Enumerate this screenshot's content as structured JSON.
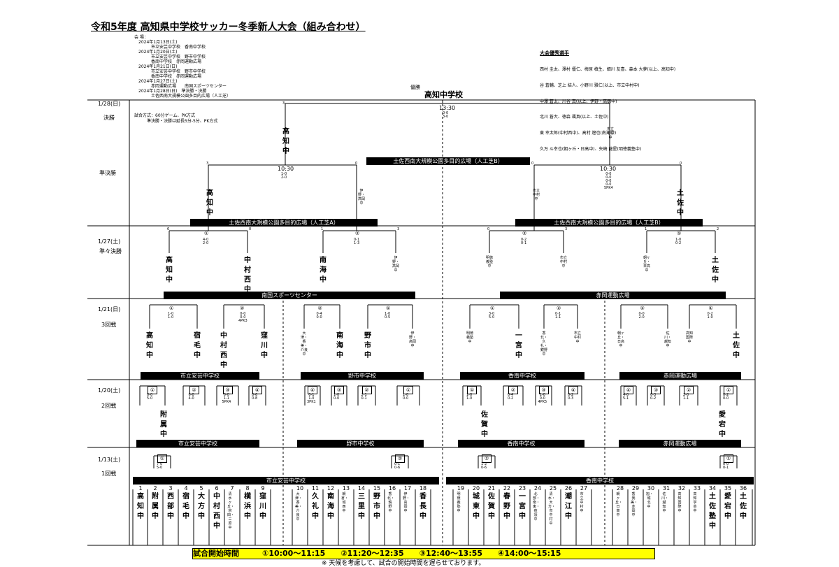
{
  "title": "令和5年度 高知県中学校サッカー冬季新人大会（組み合わせ）",
  "info": "会 場：\n　2024年1月13日(土)\n　　　　市立安芸中学校　香南中学校\n　2024年1月20日(土)\n　　　　市立安芸中学校　野市中学校\n　　　　香南中学校　赤岡運動広場\n　2024年1月21日(日)\n　　　　市立安芸中学校　野市中学校\n　　　　香南中学校　赤岡運動広場\n　2024年1月27日(土)\n　　　　赤岡運動広場　　南国スポーツセンター\n　2024年1月28日(日)　準決勝・決勝\n　　　　土佐西南大規模公園多目的広場（人工芝）",
  "method": "試合方式：60分ゲーム、PK方式\n　　　準決勝・決勝は延長5分-5分、PK方式",
  "best_players": {
    "header": "大会優秀選手",
    "lines": [
      "西村 圭太、澤村 優仁、梅原 槙生、細川 友喜、森本 大夢(以上、高知中)",
      "谷 蒼輔、芝上 結人、小野川 雅仁(以上、市立中村中)",
      "中澤 蒼太、川谷 真(以上、伊野・高岡中)",
      "北川 蒼大、徳森 颯真(以上、土佐中)",
      "東 幸太郎(中村西中)、高村 遼也(南海中)",
      "久万 斗幸也(朝ヶ丘・日高中)、矢崎 龍星(明徳義塾中)"
    ]
  },
  "champion_label": "優勝",
  "champion": "高知中学校",
  "rounds": {
    "final_date": "1/28(日)",
    "final": "決勝",
    "semi": "準決勝",
    "qf_date": "1/27(土)",
    "qf": "準々決勝",
    "r3_date": "1/21(日)",
    "r3": "3回戦",
    "r2_date": "1/20(土)",
    "r2": "2回戦",
    "r1_date": "1/13(土)",
    "r1": "1回戦"
  },
  "venues": {
    "final": "土佐西南大規模公園多目的広場（人工芝B）",
    "semi_a": "土佐西南大規模公園多目的広場（人工芝A）",
    "semi_b": "土佐西南大規模公園多目的広場（人工芝B）",
    "qf_l": "南国スポーツセンター",
    "qf_r": "赤岡運動広場",
    "r3": [
      "市立安芸中学校",
      "野市中学校",
      "香南中学校",
      "赤岡運動広場"
    ],
    "r2": [
      "市立安芸中学校",
      "野市中学校",
      "香南中学校",
      "赤岡運動広場"
    ],
    "r1_l": "市立安芸中学校",
    "r1_r": "香南中学校"
  },
  "final": {
    "time": "13:30",
    "score": "0-0\n3-0",
    "left": "高知中",
    "right": "市立中村中",
    "ls": "3",
    "rs": "0"
  },
  "semis": [
    {
      "time": "10:30",
      "score": "1-0\n2-0",
      "left": "高知中",
      "right": "伊野・高岡中",
      "ls": "3",
      "rs": "0"
    },
    {
      "time": "10:30",
      "score": "0-0\n0-0\n0-0\n0-0\n5PK4",
      "left": "市立中村中",
      "right": "土佐中",
      "ls": "0",
      "rs": "0"
    }
  ],
  "qf": [
    {
      "no": "①",
      "score": "4-0\n2-0",
      "left": "高知中",
      "right": "中村西中",
      "ls": "6",
      "rs": "0"
    },
    {
      "no": "②",
      "score": "0-1\n1-3",
      "left": "南海中",
      "right": "伊野・高岡中",
      "ls": "1",
      "rs": "3"
    },
    {
      "no": "②",
      "score": "0-2\n0-1",
      "left": "明徳義塾中",
      "right": "市立中村中",
      "ls": "0",
      "rs": "3"
    },
    {
      "no": "①",
      "score": "1-0\n0-2",
      "left": "朝ヶ丘・日高中",
      "right": "土佐中",
      "ls": "1",
      "rs": "2"
    }
  ],
  "r3": [
    {
      "no": "①",
      "score": "1-0\n1-0",
      "l": "高知中",
      "r": "宿毛中"
    },
    {
      "no": "②",
      "score": "0-0\n0-0\n4PK3",
      "l": "中村西中",
      "r": "窪川中"
    },
    {
      "no": "②",
      "score": "0-4\n0-0",
      "l": "大津・香美・介良中",
      "r": "南海中"
    },
    {
      "no": "①",
      "score": "1-0\n0-5",
      "l": "野市中",
      "r": "伊野・高岡中"
    },
    {
      "no": "①",
      "score": "3-0\n5-0",
      "l": "明徳義塾中",
      "r": "一宮中"
    },
    {
      "no": "②",
      "score": "0-1\n1-1",
      "l": "香北・久礼・鏡野中",
      "r": "市立中村中"
    },
    {
      "no": "②",
      "score": "0-0\n2-0",
      "l": "朝ヶ丘・日高中",
      "r": "佐川・越知中"
    },
    {
      "no": "①",
      "score": "0-2\n1-0",
      "l": "高知国際中",
      "r": "土佐中"
    }
  ],
  "r2_winners": [
    "附属中",
    "佐賀中",
    "愛宕中"
  ],
  "r2": [
    "①",
    "②",
    "③",
    "④",
    "④",
    "③",
    "②",
    "①",
    "①",
    "②",
    "③",
    "④",
    "④",
    "③",
    "②",
    "①"
  ],
  "r2_scores": [
    "0-0\n5-0",
    "6-0\n4-0",
    "0-0\n1-1\n5PK4",
    "0-6\n0-8",
    "0-1\n1-0\n3PK1",
    "1-0\n0-0",
    "2-1\n0-1",
    "1-0\n0-0",
    "1-0\n1-0",
    "0-4\n0-2",
    "1-0\n0-0\n4PK5",
    "0-2\n0-3",
    "4-0\n5-1",
    "0-3\n0-2",
    "2-0\n1-1",
    "0-2\n0-0"
  ],
  "r1": [
    "①",
    "②",
    "②",
    "①"
  ],
  "r1_scores": [
    "7-0\n5-0",
    "0-1\n0-6",
    "1-2\n0-6",
    "0-0\n0-1"
  ],
  "teams": [
    {
      "n": "1",
      "t": "高知中"
    },
    {
      "n": "2",
      "t": "附属中"
    },
    {
      "n": "3",
      "t": "西部中"
    },
    {
      "n": "4",
      "t": "宿毛中"
    },
    {
      "n": "5",
      "t": "大方中"
    },
    {
      "n": "6",
      "t": "中村西中"
    },
    {
      "n": "7",
      "t": "清水ヶ丘・宗田・三原中"
    },
    {
      "n": "8",
      "t": "横浜中"
    },
    {
      "n": "9",
      "t": "窪川中"
    },
    {
      "n": "10",
      "t": "大津・香美・介良中"
    },
    {
      "n": "11",
      "t": "久礼中"
    },
    {
      "n": "12",
      "t": "南海中"
    },
    {
      "n": "13",
      "t": "朝倉・城西中"
    },
    {
      "n": "14",
      "t": "三里中"
    },
    {
      "n": "15",
      "t": "野市中"
    },
    {
      "n": "16",
      "t": "香北・鏡野中"
    },
    {
      "n": "17",
      "t": "伊野・高岡中"
    },
    {
      "n": "18",
      "t": "香長中"
    },
    {
      "n": "19",
      "t": "明徳義塾中"
    },
    {
      "n": "20",
      "t": "城東中"
    },
    {
      "n": "21",
      "t": "佐賀中"
    },
    {
      "n": "22",
      "t": "春野中"
    },
    {
      "n": "23",
      "t": "一宮中"
    },
    {
      "n": "24",
      "t": "北部・南・東・夜須中"
    },
    {
      "n": "25",
      "t": "清水・大方・市中村中"
    },
    {
      "n": "26",
      "t": "潮江中"
    },
    {
      "n": "27",
      "t": "市立中村中"
    },
    {
      "n": "28",
      "t": "朝ヶ丘・日高中"
    },
    {
      "n": "29",
      "t": "香我美・赤岡中"
    },
    {
      "n": "30",
      "t": "旭・城北中"
    },
    {
      "n": "31",
      "t": "佐川・越知中"
    },
    {
      "n": "32",
      "t": "高知国際中"
    },
    {
      "n": "33",
      "t": "高知学芸中"
    },
    {
      "n": "34",
      "t": "土佐塾中"
    },
    {
      "n": "35",
      "t": "愛宕中"
    },
    {
      "n": "36",
      "t": "土佐中"
    }
  ],
  "timebar": "試合開始時間　　　①10:00～11:15　　②11:20～12:35　　③12:40～13:55　　④14:00～15:15",
  "note": "※ 天候を考慮して、試合の開始時間を遅らせております。"
}
